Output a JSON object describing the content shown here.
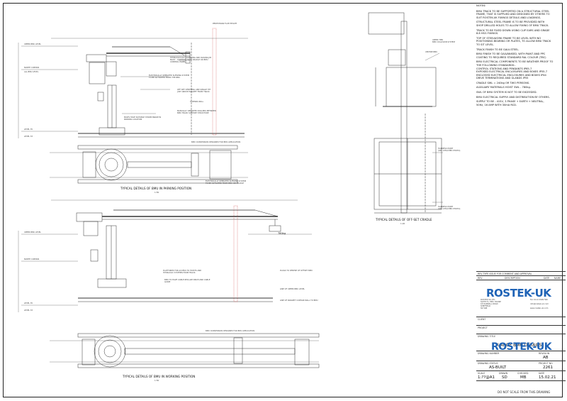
{
  "notes": {
    "title": "NOTES:",
    "lines": [
      "BMU TRACK TO BE SUPPORTED ON A STRUCTURAL STEEL",
      "FRAME, THAT IS SUPPLIED AND DESIGNED BY OTHERS TO",
      "SUIT ROSTEK-UK FIXINGS DETAILS AND LOADINGS.",
      "",
      "STRUCTURAL STEEL FRAME IS TO BE PROVIDED WITH",
      "SHOP DRILLED HOLES TO ALLOW FIXING OF BMU TRACK.",
      "",
      "TRACK TO BE FIXED DOWN USING CLIP EARS AND GRADE",
      "8.8 HSG FIXINGS.",
      "",
      "TOP OF STEELWORK FRAME TO BE LEVEL WITH NO",
      "POSITIONING BEARING OR PLATES, TO ALLOW BMU TRACK",
      "TO SIT LEVEL.",
      "",
      "TRACK FINISH TO BE GALV-STEEL.",
      "",
      "BMU FINISH TO BE GALVANISED, WITH PAINT AND PPC",
      "COATING TO REQUIRED STANDARD RAL COLOUR (TBC)",
      "",
      "BMU ELECTRICAL COMPONENTS TO BE WEATHER PROOF TO",
      "THE FOLLOWING STANDARDS:-",
      "CONTROL STATIONS AND PENDANTS            IP65-7",
      "EXPOSED ELECTRICAL ENCLOSURES AND BOXES  IP55-7",
      "ENCLOSED ELECTRICAL ENCLOSURES AND BOXES IP44",
      "DRIVE TERMINATIONS AND GLANDS            IP55",
      "",
      "CRADLE SWL = 240kg OR TWO PERSONS.",
      "",
      "AUXILIARY MATERIALS HOIST SWL - 780kg.",
      "",
      "SWL OF BMU SYSTEM IS NOT TO BE EXCEEDED.",
      "",
      "BMU ELECTRICAL SUPPLY AND DISTRIBUTION BY OTHERS.",
      "",
      "SUPPLY TO BE - 415V, 3 PHASE + EARTH + NEUTRAL,",
      "50Hz, 16 AMP WITH 30mA RCD."
    ]
  },
  "captions": {
    "parking_plan": "TYPICAL DETAILS OF BMU IN PARKING POSITION",
    "working_plan": "TYPICAL DETAILS OF BMU IN WORKING POSITION",
    "offset_cradle": "TYPICAL DETAILS OF OFF-SET CRADLE",
    "scale_1_50": "1:50",
    "scale_1_20": "1:20"
  },
  "callouts": {
    "c1": "HYDRAULICALLY LOWERING AND RAISING JIB",
    "c1b": "MAST - CONTROL FROM CRADLE OR BMU",
    "c1c": "CONTROL PANEL",
    "c2": "ELECTRICALLY OPERATED SLEWING SYSTEM",
    "c2b": "TO BE ACTIVATED FROM THE BMU",
    "c3": "OFF-SET CENTRING AND SINGLE HIT",
    "c3b": "JUST ABOVE PARAPET FROM TRACK",
    "c4": "BOLTS HAVE SUITABLE STORM BRAKE IN",
    "c4b": "PARKING LOCATION",
    "c5": "MANUALLY OPERATED ROLLERS BETWEEN",
    "c5b": "BMU TRACK SUPPORT STRUCTURE",
    "c6": "ELECTRICALLY OPERATED SLEWING SYSTEM",
    "c6b": "TO BE ACTIVATED FROM BMU OR CRADLE",
    "c7": "PLATFORMS FOR ACCESS TO HOISTS AND",
    "c7b": "HYDRAULIC SYSTEMS FROM TRACK",
    "c8": "BMU TO HAVE CABLE RECLAIM DRUM AND CABLE",
    "c8b": "GUIDE",
    "c9": "PLUGS TO CENTRE OF OFFSET BMU",
    "c10": "LINE OF UPPER BMU LEVEL",
    "c11": "LINE OF PARAPET CURTAIN WALL TO BMU",
    "c12": "BMU CONVERSION DESIGNED FOR BMU APPLICATION",
    "c13": "PEDESTRIAN FLUE HEIGHT",
    "c14": "CURTAIN WALL",
    "c15": "UPPER TIER",
    "c15b": "BMU COLLISION SYSTEM",
    "c16": "CENTRE BMU",
    "c17": "HARNESS POINT",
    "c17b": "(SEE ATTACHED PHOTO)",
    "c18": "HARNESS POINT",
    "c18b": "(SEE ATTACHED PHOTO)",
    "swl": "780kg"
  },
  "levels": {
    "l1": "UPPER BMU LEVEL",
    "l2": "NORTH CURTAIN",
    "l3": "ALL BMU LEVEL",
    "l4": "LEVEL 35",
    "l5": "LEVEL 33",
    "l6": "UPPER BMU LEVEL",
    "l7": "NORTH CURTAIN",
    "l8": "LEVEL 35",
    "l9": "LEVEL 33"
  },
  "title_block": {
    "revision_header": "REV  TYPE ISSUE FOR COMMENT AND APPROVAL",
    "rev_col": "REV",
    "desc_col": "DESCRIPTION",
    "date_col": "DATE",
    "name_col": "NAME",
    "company": "ROSTEK-UK",
    "address": [
      "ROSTEK UK LTD",
      "SUITE F1, EPIC HOUSE",
      "18 DARNALL ROAD",
      "SHEFFIELD",
      "S9 5AB"
    ],
    "phone": "Tel: 0114 2999 560",
    "email": "info@rostek-uk.com",
    "web": "www.rostek-uk.com",
    "client_label": "CLIENT",
    "project_label": "PROJECT",
    "drawing_title_label": "DRAWING TITLE",
    "drawing_title": "LARGE BMU DETAILS",
    "drawing_number_label": "DRAWING NUMBER",
    "revision_label": "REVISION",
    "revision": "AB",
    "drawing_status_label": "DRAWING STATUS",
    "drawing_status": "AS-BUILT",
    "project_no_label": "PROJECT NO",
    "project_no": "2261",
    "scale_label": "SCALE",
    "scale": "1:??@A1",
    "drawn_label": "DRAWN",
    "drawn": "SD",
    "checked_label": "CHECKED",
    "checked": "MB",
    "date_label": "DATE",
    "date": "15.02.21",
    "disclaimer": "DO NOT SCALE FROM THIS DRAWING",
    "footer_logo": "ROSTEK-UK"
  }
}
